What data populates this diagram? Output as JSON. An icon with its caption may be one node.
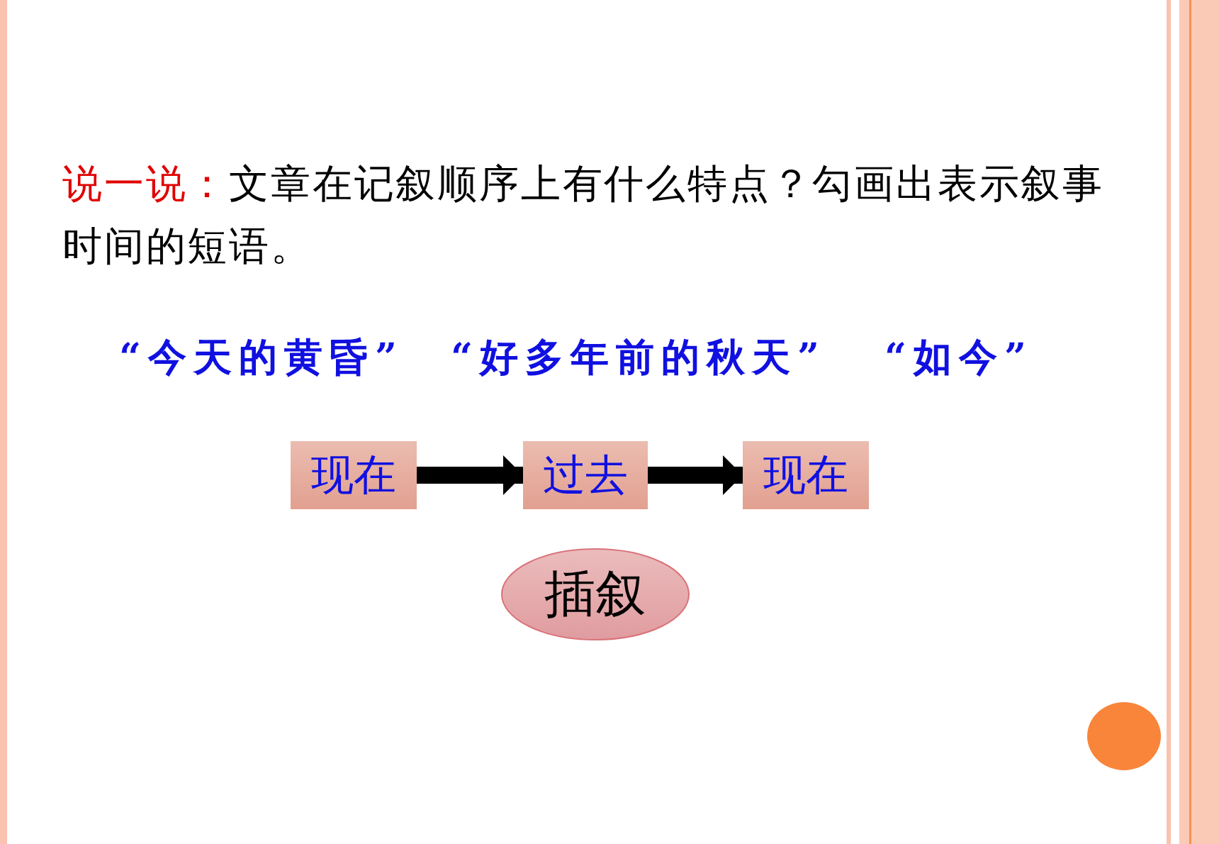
{
  "diagram": {
    "nodes": [
      {
        "text": [
          "现在"
        ]
      },
      {
        "text": [
          "过去"
        ]
      },
      {
        "text": [
          "现在"
        ]
      },
      {
        "text": [
          "插叙"
        ]
      }
    ],
    "edges": [
      {
        "from": 0,
        "to": 1,
        "arrow": "to"
      },
      {
        "from": 1,
        "to": 2,
        "arrow": "to"
      }
    ],
    "labels": [
      "说一说：",
      "文章在记叙顺序上有什么特点？勾画出表示叙事时间的短语。",
      "“今天的黄昏”",
      "“好多年前的秋天”",
      "“如今”"
    ]
  }
}
